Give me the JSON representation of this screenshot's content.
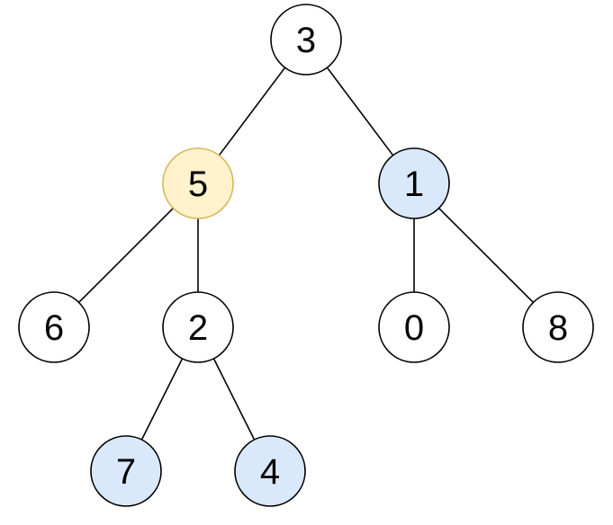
{
  "colors": {
    "background": "#ffffff",
    "edge": "#000000",
    "default_fill": "#ffffff",
    "default_stroke": "#000000",
    "highlight_fill": "#fff2cc",
    "highlight_stroke": "#d6b656",
    "blue_fill": "#dae8fc",
    "blue_stroke": "#000000"
  },
  "tree": {
    "nodes": [
      {
        "id": "n3",
        "label": "3",
        "style": "default"
      },
      {
        "id": "n5",
        "label": "5",
        "style": "highlight"
      },
      {
        "id": "n1",
        "label": "1",
        "style": "blue"
      },
      {
        "id": "n6",
        "label": "6",
        "style": "default"
      },
      {
        "id": "n2",
        "label": "2",
        "style": "default"
      },
      {
        "id": "n0",
        "label": "0",
        "style": "default"
      },
      {
        "id": "n8",
        "label": "8",
        "style": "default"
      },
      {
        "id": "n7",
        "label": "7",
        "style": "blue"
      },
      {
        "id": "n4",
        "label": "4",
        "style": "blue"
      }
    ],
    "edges": [
      {
        "from": "n3",
        "to": "n5"
      },
      {
        "from": "n3",
        "to": "n1"
      },
      {
        "from": "n5",
        "to": "n6"
      },
      {
        "from": "n5",
        "to": "n2"
      },
      {
        "from": "n1",
        "to": "n0"
      },
      {
        "from": "n1",
        "to": "n8"
      },
      {
        "from": "n2",
        "to": "n7"
      },
      {
        "from": "n2",
        "to": "n4"
      }
    ]
  }
}
